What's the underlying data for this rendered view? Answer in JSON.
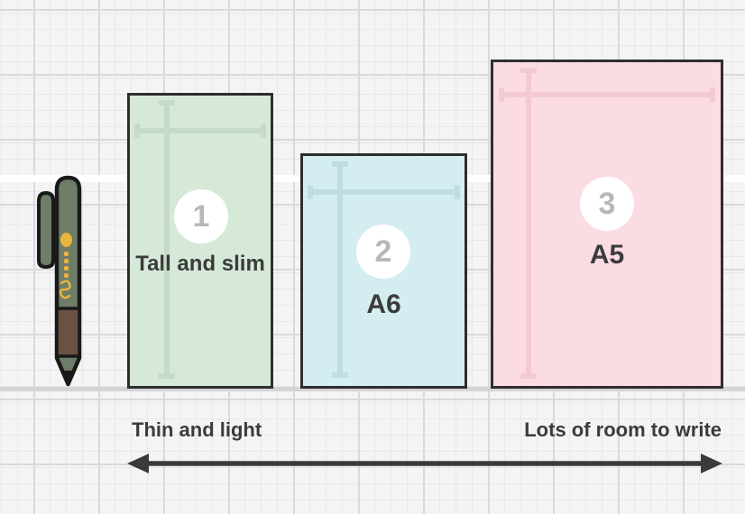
{
  "cards": [
    {
      "number": "1",
      "label": "Tall and slim",
      "fill": "#d6e9d8",
      "ruler_color": "#c5dbc8"
    },
    {
      "number": "2",
      "label": "A6",
      "fill": "#d4edf1",
      "ruler_color": "#bfdde2"
    },
    {
      "number": "3",
      "label": "A5",
      "fill": "#fbdce3",
      "ruler_color": "#f3cad4"
    }
  ],
  "axis": {
    "left_label": "Thin and light",
    "right_label": "Lots of room to write",
    "arrow_color": "#3a3a3a"
  },
  "colors": {
    "background": "#f4f4f5",
    "grid_minor": "#e8e8eb",
    "grid_major": "#d9d9de",
    "card_border": "#2e2e2e",
    "badge_number": "#b5b8bc",
    "text": "#3b3b3b",
    "ground_line": "#d4d4d6",
    "page_band": "#ffffff",
    "pen_body": "#6e7d68",
    "pen_grip": "#6b5142",
    "pen_accent": "#e8b53a",
    "pen_outline": "#191919"
  }
}
